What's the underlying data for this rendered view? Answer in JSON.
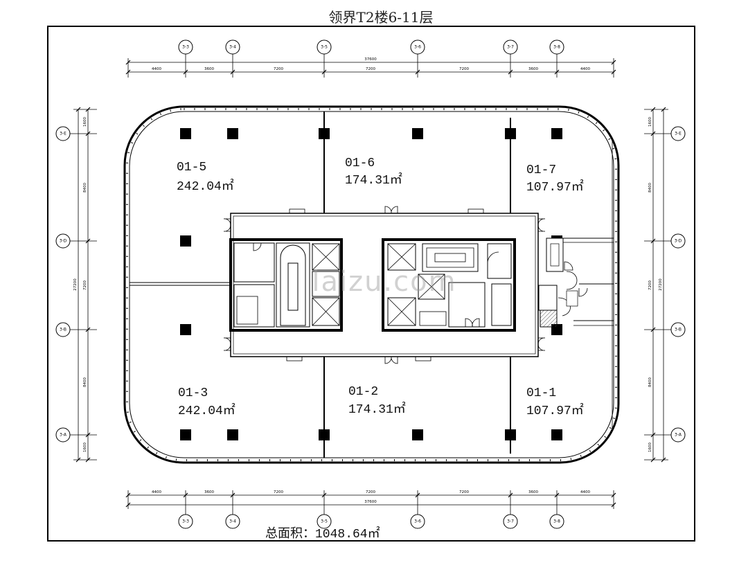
{
  "title": "领界T2楼6-11层",
  "units": [
    {
      "id": "01-5",
      "area": "242.04㎡"
    },
    {
      "id": "01-6",
      "area": "174.31㎡"
    },
    {
      "id": "01-7",
      "area": "107.97㎡"
    },
    {
      "id": "01-3",
      "area": "242.04㎡"
    },
    {
      "id": "01-2",
      "area": "174.31㎡"
    },
    {
      "id": "01-1",
      "area": "107.97㎡"
    }
  ],
  "total": "总面积：1048.64㎡",
  "watermark": "laizu.com",
  "grid": {
    "columns": [
      "3-3",
      "3-4",
      "3-5",
      "3-6",
      "3-7",
      "3-8"
    ],
    "rows": [
      "3-E",
      "3-D",
      "3-B",
      "3-A"
    ]
  },
  "dimensions": {
    "horizontal_total": "37600",
    "horizontal_segments": [
      "4400",
      "3600",
      "7200",
      "7200",
      "7200",
      "3600",
      "4400"
    ],
    "vertical_total": "27200",
    "vertical_segments": [
      "1600",
      "8400",
      "7200",
      "8400",
      "1600"
    ]
  },
  "colors": {
    "line": "#000000",
    "background": "#ffffff",
    "hatch": "#555555"
  }
}
